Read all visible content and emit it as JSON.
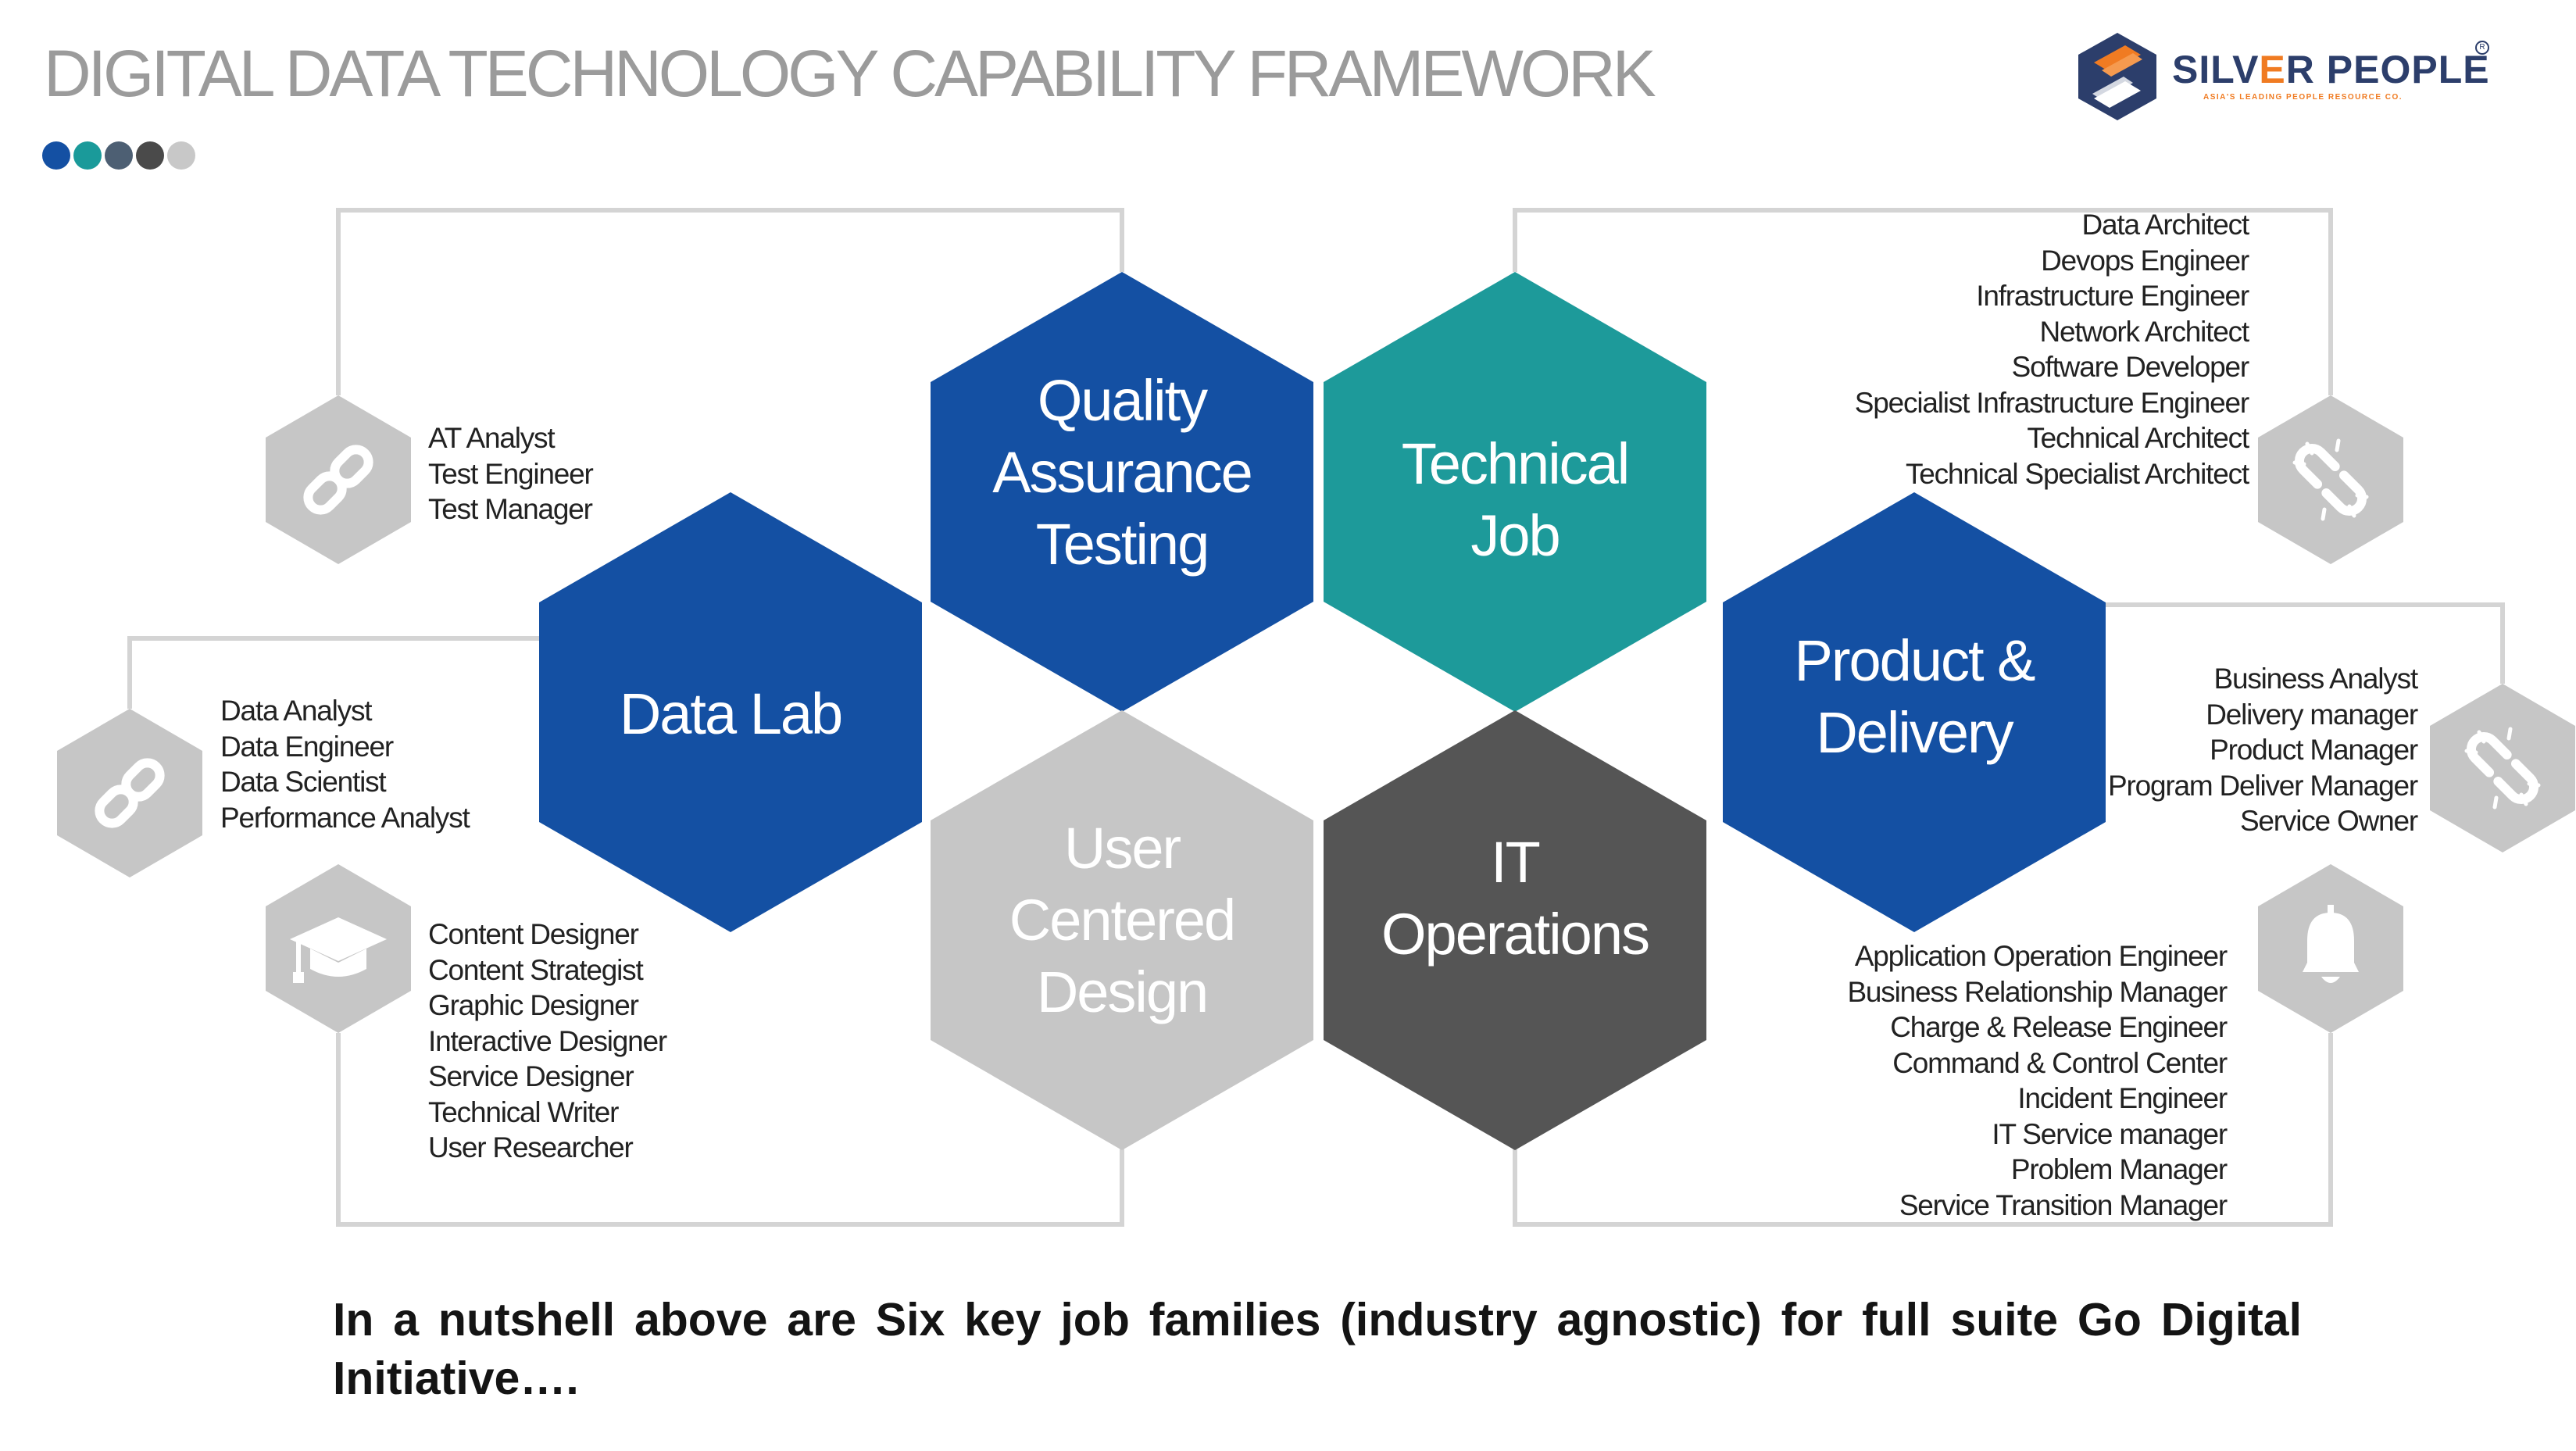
{
  "title": "DIGITAL DATA TECHNOLOGY CAPABILITY FRAMEWORK",
  "progress_dots": [
    "#1450a3",
    "#1a9a9a",
    "#4d5f73",
    "#4a4a4a",
    "#c8c8c8"
  ],
  "logo": {
    "name_part1": "SILV",
    "name_accent": "E",
    "name_part2": "R PEOPLE",
    "tagline": "ASIA'S LEADING PEOPLE RESOURCE CO.",
    "registered": "R"
  },
  "colors": {
    "blue": "#1450a3",
    "teal": "#1d9a9a",
    "dark_gray": "#555555",
    "light_gray": "#c6c6c6",
    "icon_gray": "#c6c6c6",
    "connector": "#d4d4d4"
  },
  "hexagons": {
    "qa": [
      "Quality",
      "Assurance",
      "Testing"
    ],
    "technical": [
      "Technical",
      "Job"
    ],
    "datalab": [
      "Data Lab"
    ],
    "product": [
      "Product &",
      "Delivery"
    ],
    "ucd": [
      "User",
      "Centered",
      "Design"
    ],
    "itops": [
      "IT",
      "Operations"
    ]
  },
  "icons": {
    "qa": "link-icon",
    "datalab": "link-icon",
    "ucd": "graduation-cap-icon",
    "technical": "broken-link-icon",
    "product": "broken-link-icon",
    "itops": "bell-icon"
  },
  "roles": {
    "qa": [
      "AT Analyst",
      "Test Engineer",
      "Test Manager"
    ],
    "datalab": [
      "Data Analyst",
      "Data Engineer",
      "Data Scientist",
      "Performance Analyst"
    ],
    "ucd": [
      "Content Designer",
      "Content Strategist",
      "Graphic Designer",
      "Interactive Designer",
      "Service Designer",
      "Technical Writer",
      "User Researcher"
    ],
    "technical": [
      "Data Architect",
      "Devops Engineer",
      "Infrastructure Engineer",
      "Network Architect",
      "Software Developer",
      "Specialist Infrastructure Engineer",
      "Technical Architect",
      "Technical Specialist Architect"
    ],
    "product": [
      "Business Analyst",
      "Delivery manager",
      "Product Manager",
      "Program Deliver Manager",
      "Service Owner"
    ],
    "itops": [
      "Application Operation Engineer",
      "Business Relationship Manager",
      "Charge & Release Engineer",
      "Command & Control Center",
      "Incident Engineer",
      "IT Service manager",
      "Problem Manager",
      "Service Transition Manager"
    ]
  },
  "footer": "In a nutshell above are Six key job families (industry agnostic) for full suite Go Digital Initiative…."
}
